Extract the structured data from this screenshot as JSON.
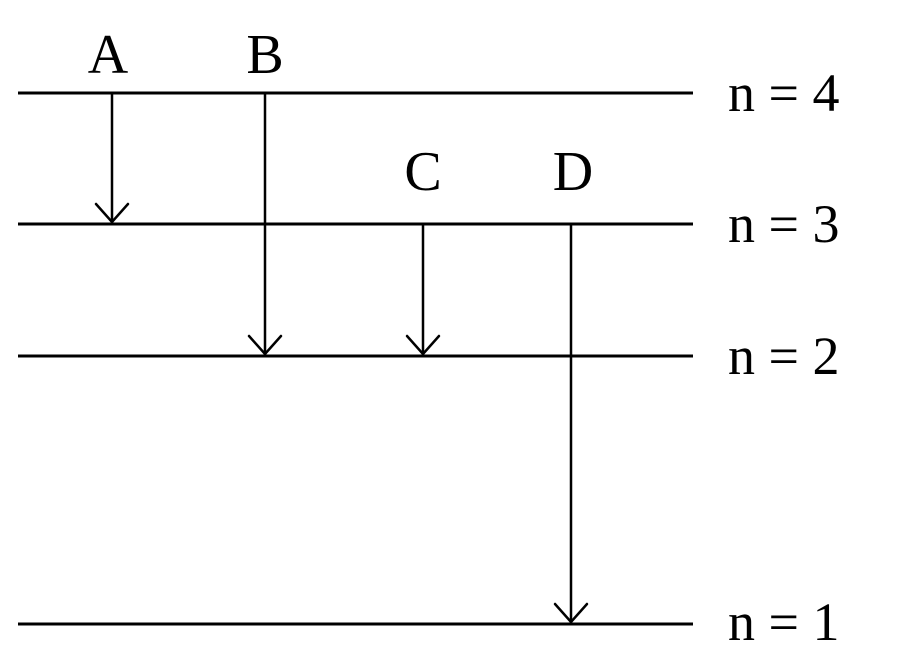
{
  "diagram": {
    "levels": [
      {
        "key": "n4",
        "label": "n = 4"
      },
      {
        "key": "n3",
        "label": "n = 3"
      },
      {
        "key": "n2",
        "label": "n = 2"
      },
      {
        "key": "n1",
        "label": "n = 1"
      }
    ],
    "transitions": [
      {
        "label": "A",
        "from": "n4",
        "to": "n3"
      },
      {
        "label": "B",
        "from": "n4",
        "to": "n2"
      },
      {
        "label": "C",
        "from": "n3",
        "to": "n2"
      },
      {
        "label": "D",
        "from": "n3",
        "to": "n1"
      }
    ]
  }
}
